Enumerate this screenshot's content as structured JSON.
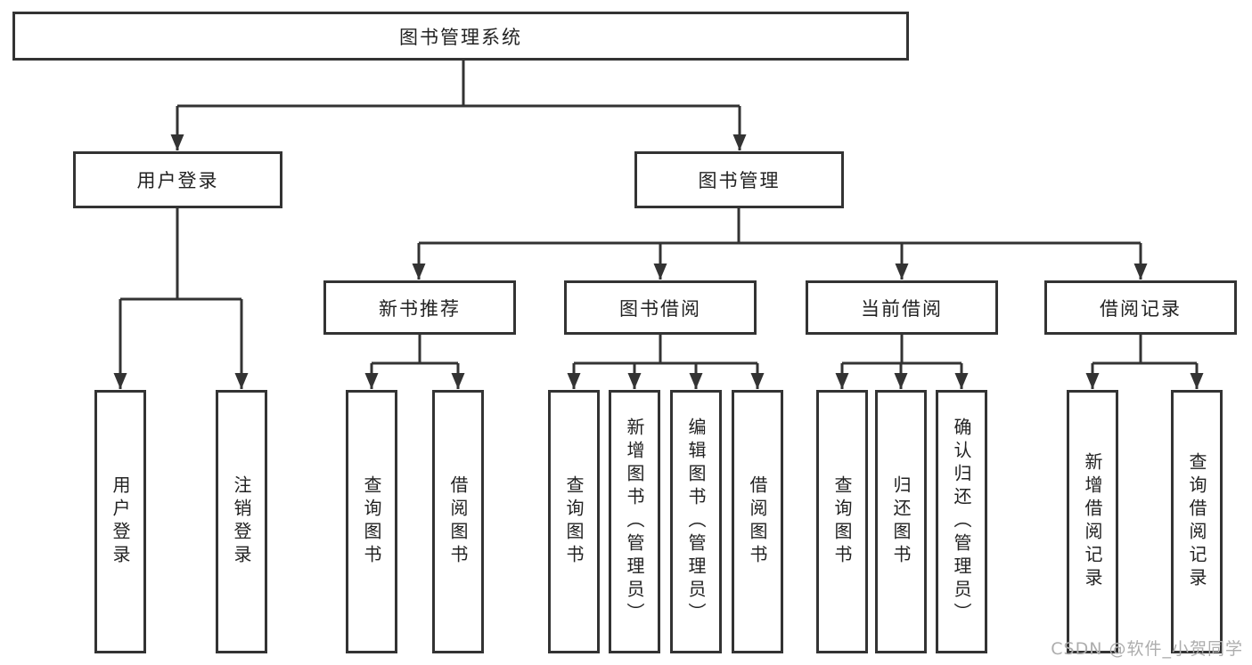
{
  "diagram": {
    "root": {
      "label": "图书管理系统"
    },
    "branches": [
      {
        "label": "用户登录",
        "children": [
          {
            "label": "用户登录"
          },
          {
            "label": "注销登录"
          }
        ]
      },
      {
        "label": "图书管理",
        "children": [
          {
            "label": "新书推荐",
            "children": [
              {
                "label": "查询图书"
              },
              {
                "label": "借阅图书"
              }
            ]
          },
          {
            "label": "图书借阅",
            "children": [
              {
                "label": "查询图书"
              },
              {
                "label": "新增图书（管理员）"
              },
              {
                "label": "编辑图书（管理员）"
              },
              {
                "label": "借阅图书"
              }
            ]
          },
          {
            "label": "当前借阅",
            "children": [
              {
                "label": "查询图书"
              },
              {
                "label": "归还图书"
              },
              {
                "label": "确认归还（管理员）"
              }
            ]
          },
          {
            "label": "借阅记录",
            "children": [
              {
                "label": "新增借阅记录"
              },
              {
                "label": "查询借阅记录"
              }
            ]
          }
        ]
      }
    ]
  },
  "watermark": {
    "text": "CSDN @软件_小贺同学"
  },
  "colors": {
    "line": "#333333",
    "box_border": "#333333",
    "box_background": "#ffffff",
    "text": "#222222",
    "watermark": "#adadad"
  }
}
